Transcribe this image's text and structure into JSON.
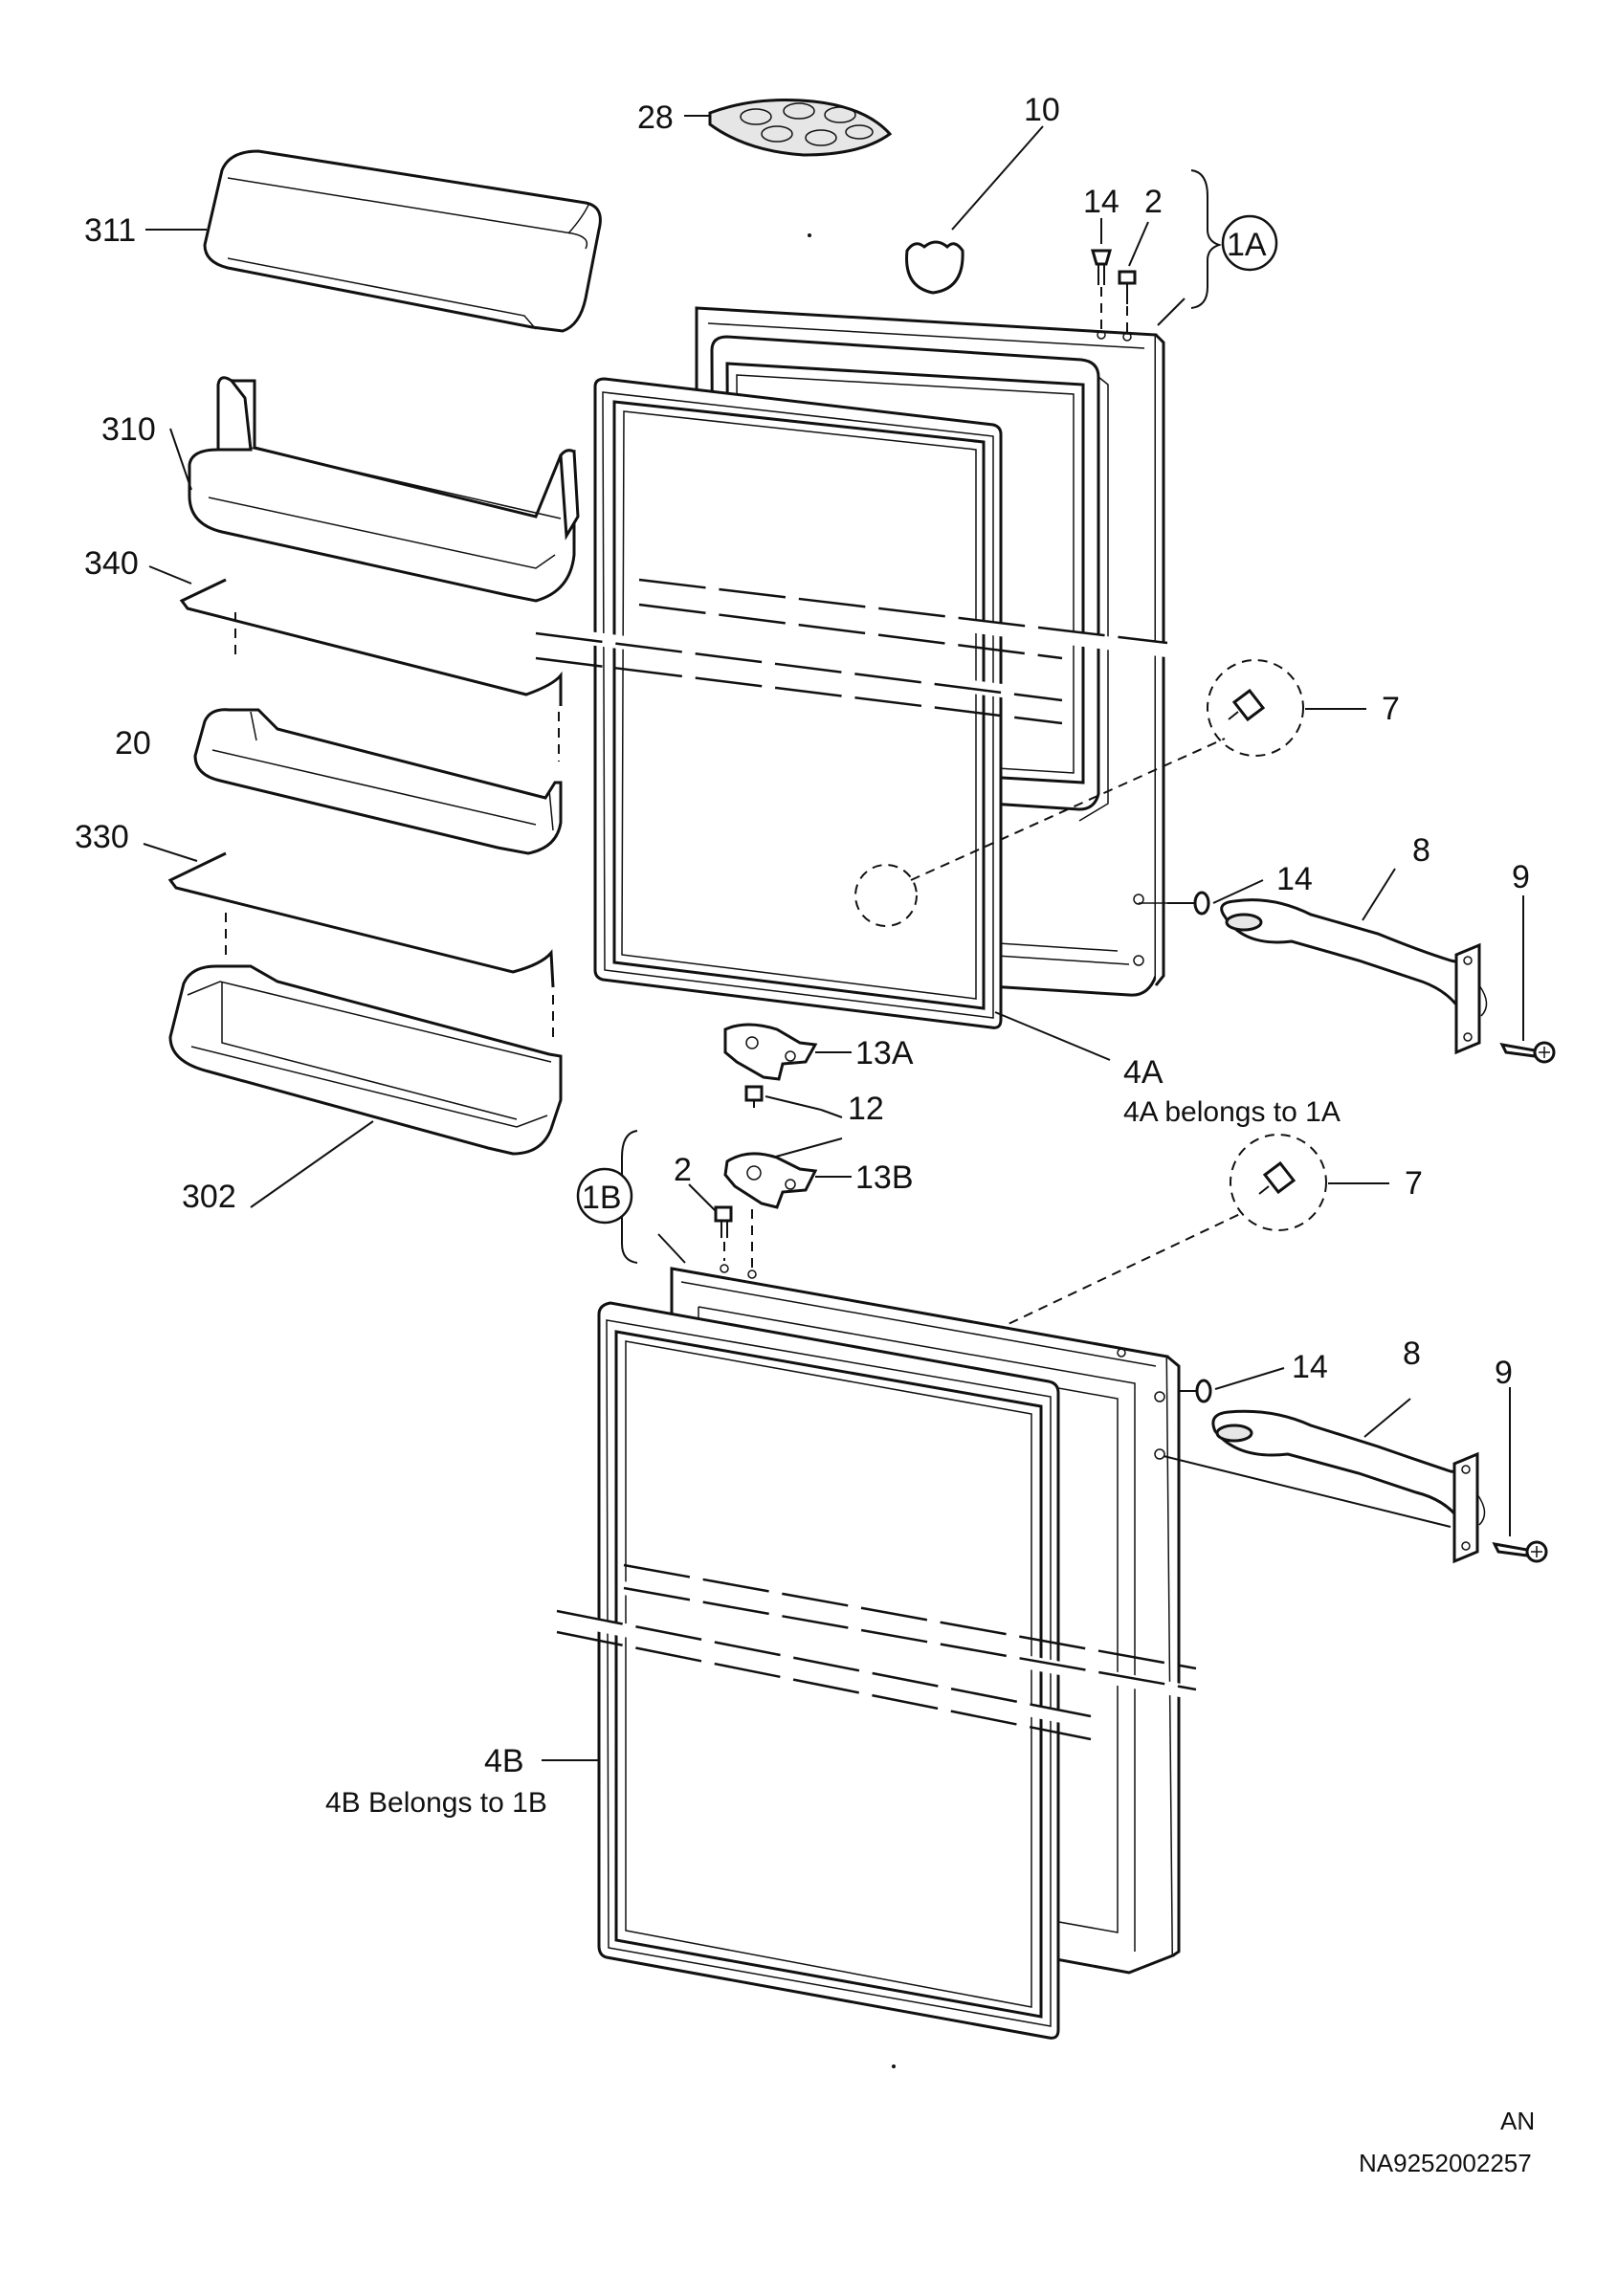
{
  "labels": {
    "p28": "28",
    "p10": "10",
    "p14a": "14",
    "p2a": "2",
    "p1a": "1A",
    "p311": "311",
    "p310": "310",
    "p340": "340",
    "p20": "20",
    "p330": "330",
    "p302": "302",
    "p7a": "7",
    "p14b": "14",
    "p8a": "8",
    "p9a": "9",
    "p13a": "13A",
    "p12": "12",
    "p4a": "4A",
    "p13b": "13B",
    "p2b": "2",
    "p1b": "1B",
    "p7b": "7",
    "p14c": "14",
    "p8b": "8",
    "p9b": "9",
    "p4b": "4B"
  },
  "notes": {
    "belongs_4a": "4A belongs to 1A",
    "belongs_4b": "4B  Belongs to 1B"
  },
  "footer": {
    "code": "AN",
    "doc_number": "NA9252002257"
  }
}
